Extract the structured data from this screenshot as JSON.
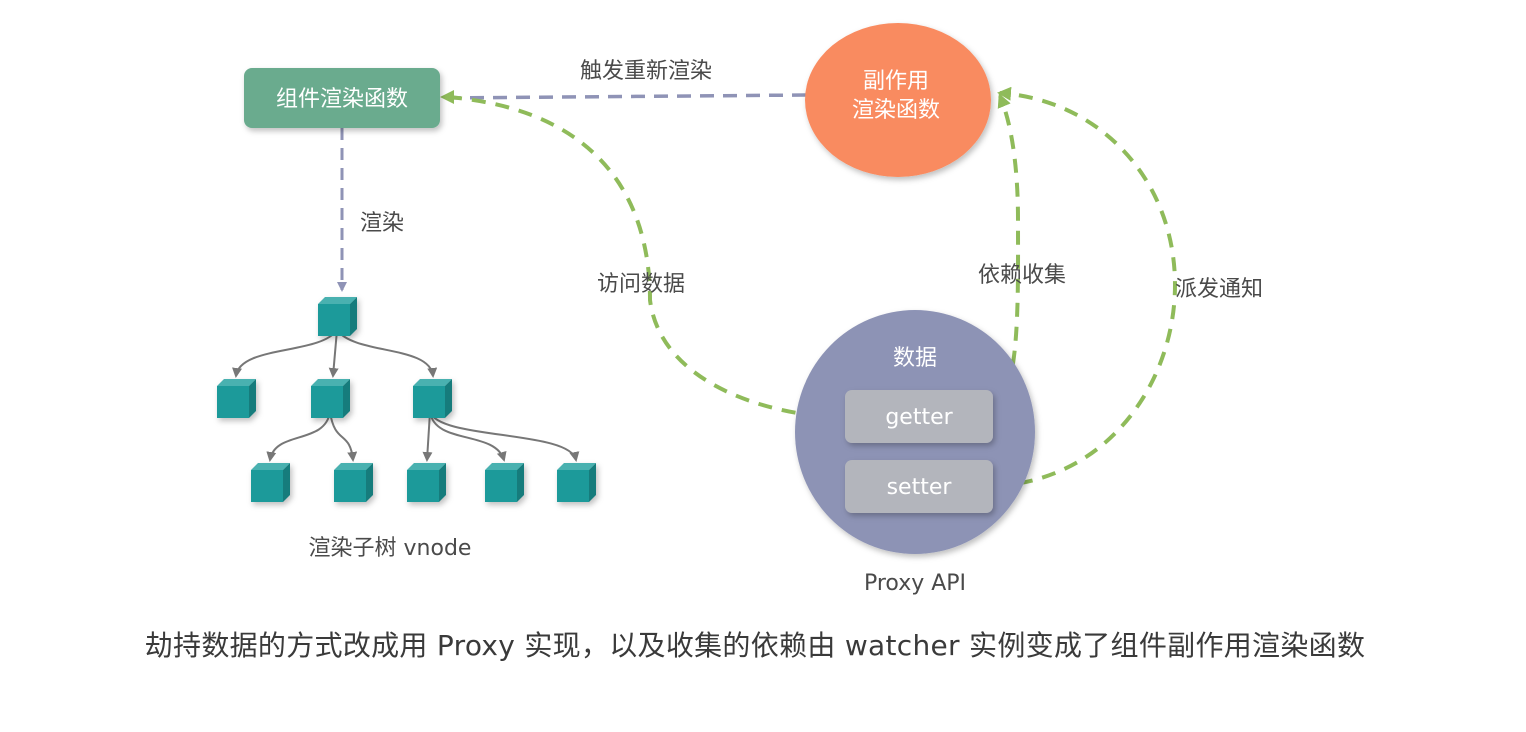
{
  "nodes": {
    "component_render_fn": {
      "label": "组件渲染函数",
      "color": "#6aab8e"
    },
    "side_effect": {
      "line1": "副作用",
      "line2": "渲染函数",
      "color": "#f98b60"
    },
    "data": {
      "title": "数据",
      "getter": "getter",
      "setter": "setter",
      "color": "#8d93b5",
      "box_color": "#b3b5bc",
      "caption": "Proxy API"
    },
    "vnode_tree": {
      "caption": "渲染子树 vnode",
      "cube_color": "#1e9a9a",
      "node_count": 9
    }
  },
  "edges": {
    "trigger_rerender": "触发重新渲染",
    "render": "渲染",
    "access_data": "访问数据",
    "dependency_collection": "依赖收集",
    "dispatch_notify": "派发通知"
  },
  "colors": {
    "purple_dash": "#8f93b6",
    "green_dash": "#8fbb5a",
    "tree_arrow": "#777777"
  },
  "footer": {
    "caption": "劫持数据的方式改成用 Proxy 实现，以及收集的依赖由 watcher 实例变成了组件副作用渲染函数"
  }
}
